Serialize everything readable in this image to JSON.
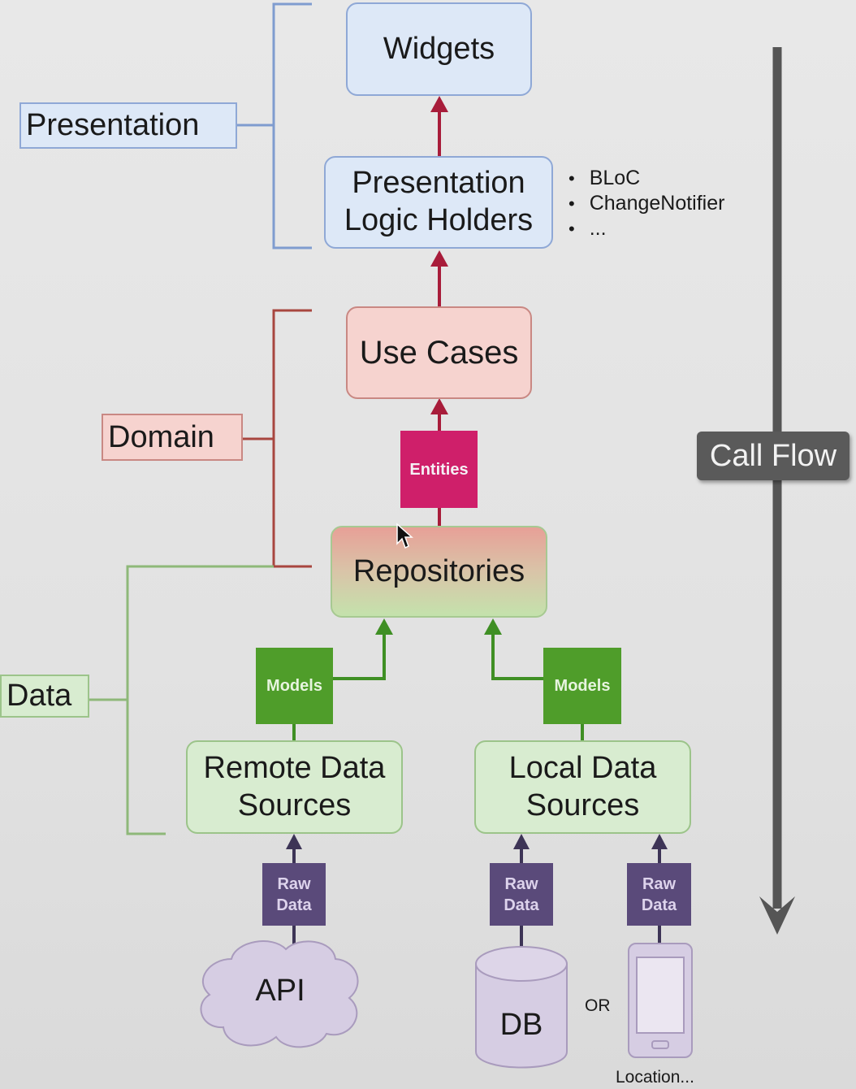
{
  "layers": {
    "presentation": "Presentation",
    "domain": "Domain",
    "data": "Data"
  },
  "nodes": {
    "widgets": "Widgets",
    "logic_holders": "Presentation Logic Holders",
    "use_cases": "Use Cases",
    "repositories": "Repositories",
    "remote_sources": "Remote Data Sources",
    "local_sources": "Local Data Sources"
  },
  "tags": {
    "entities": "Entities",
    "models_remote": "Models",
    "models_local": "Models",
    "raw_api": "Raw Data",
    "raw_db": "Raw Data",
    "raw_device": "Raw Data"
  },
  "logic_holder_examples": [
    "BLoC",
    "ChangeNotifier",
    "..."
  ],
  "sources": {
    "api": "API",
    "db": "DB",
    "or": "OR",
    "location": "Location..."
  },
  "call_flow": "Call Flow",
  "icons": {
    "api": "cloud-icon",
    "db": "database-cylinder-icon",
    "device": "phone-icon",
    "call_flow": "arrow-down-icon"
  },
  "colors": {
    "presentation": "#dde8f7",
    "presentation_border": "#8fa8d6",
    "domain": "#f6d3cf",
    "domain_border": "#c98883",
    "data": "#d8ecd0",
    "data_border": "#9cc48a",
    "entities": "#cf1f6a",
    "models": "#4f9d2a",
    "raw_data": "#5a4a7a",
    "arrow_red": "#a81c3a",
    "arrow_green": "#3f8f24",
    "arrow_purple": "#3d3456",
    "call_flow": "#5a5a5a"
  }
}
